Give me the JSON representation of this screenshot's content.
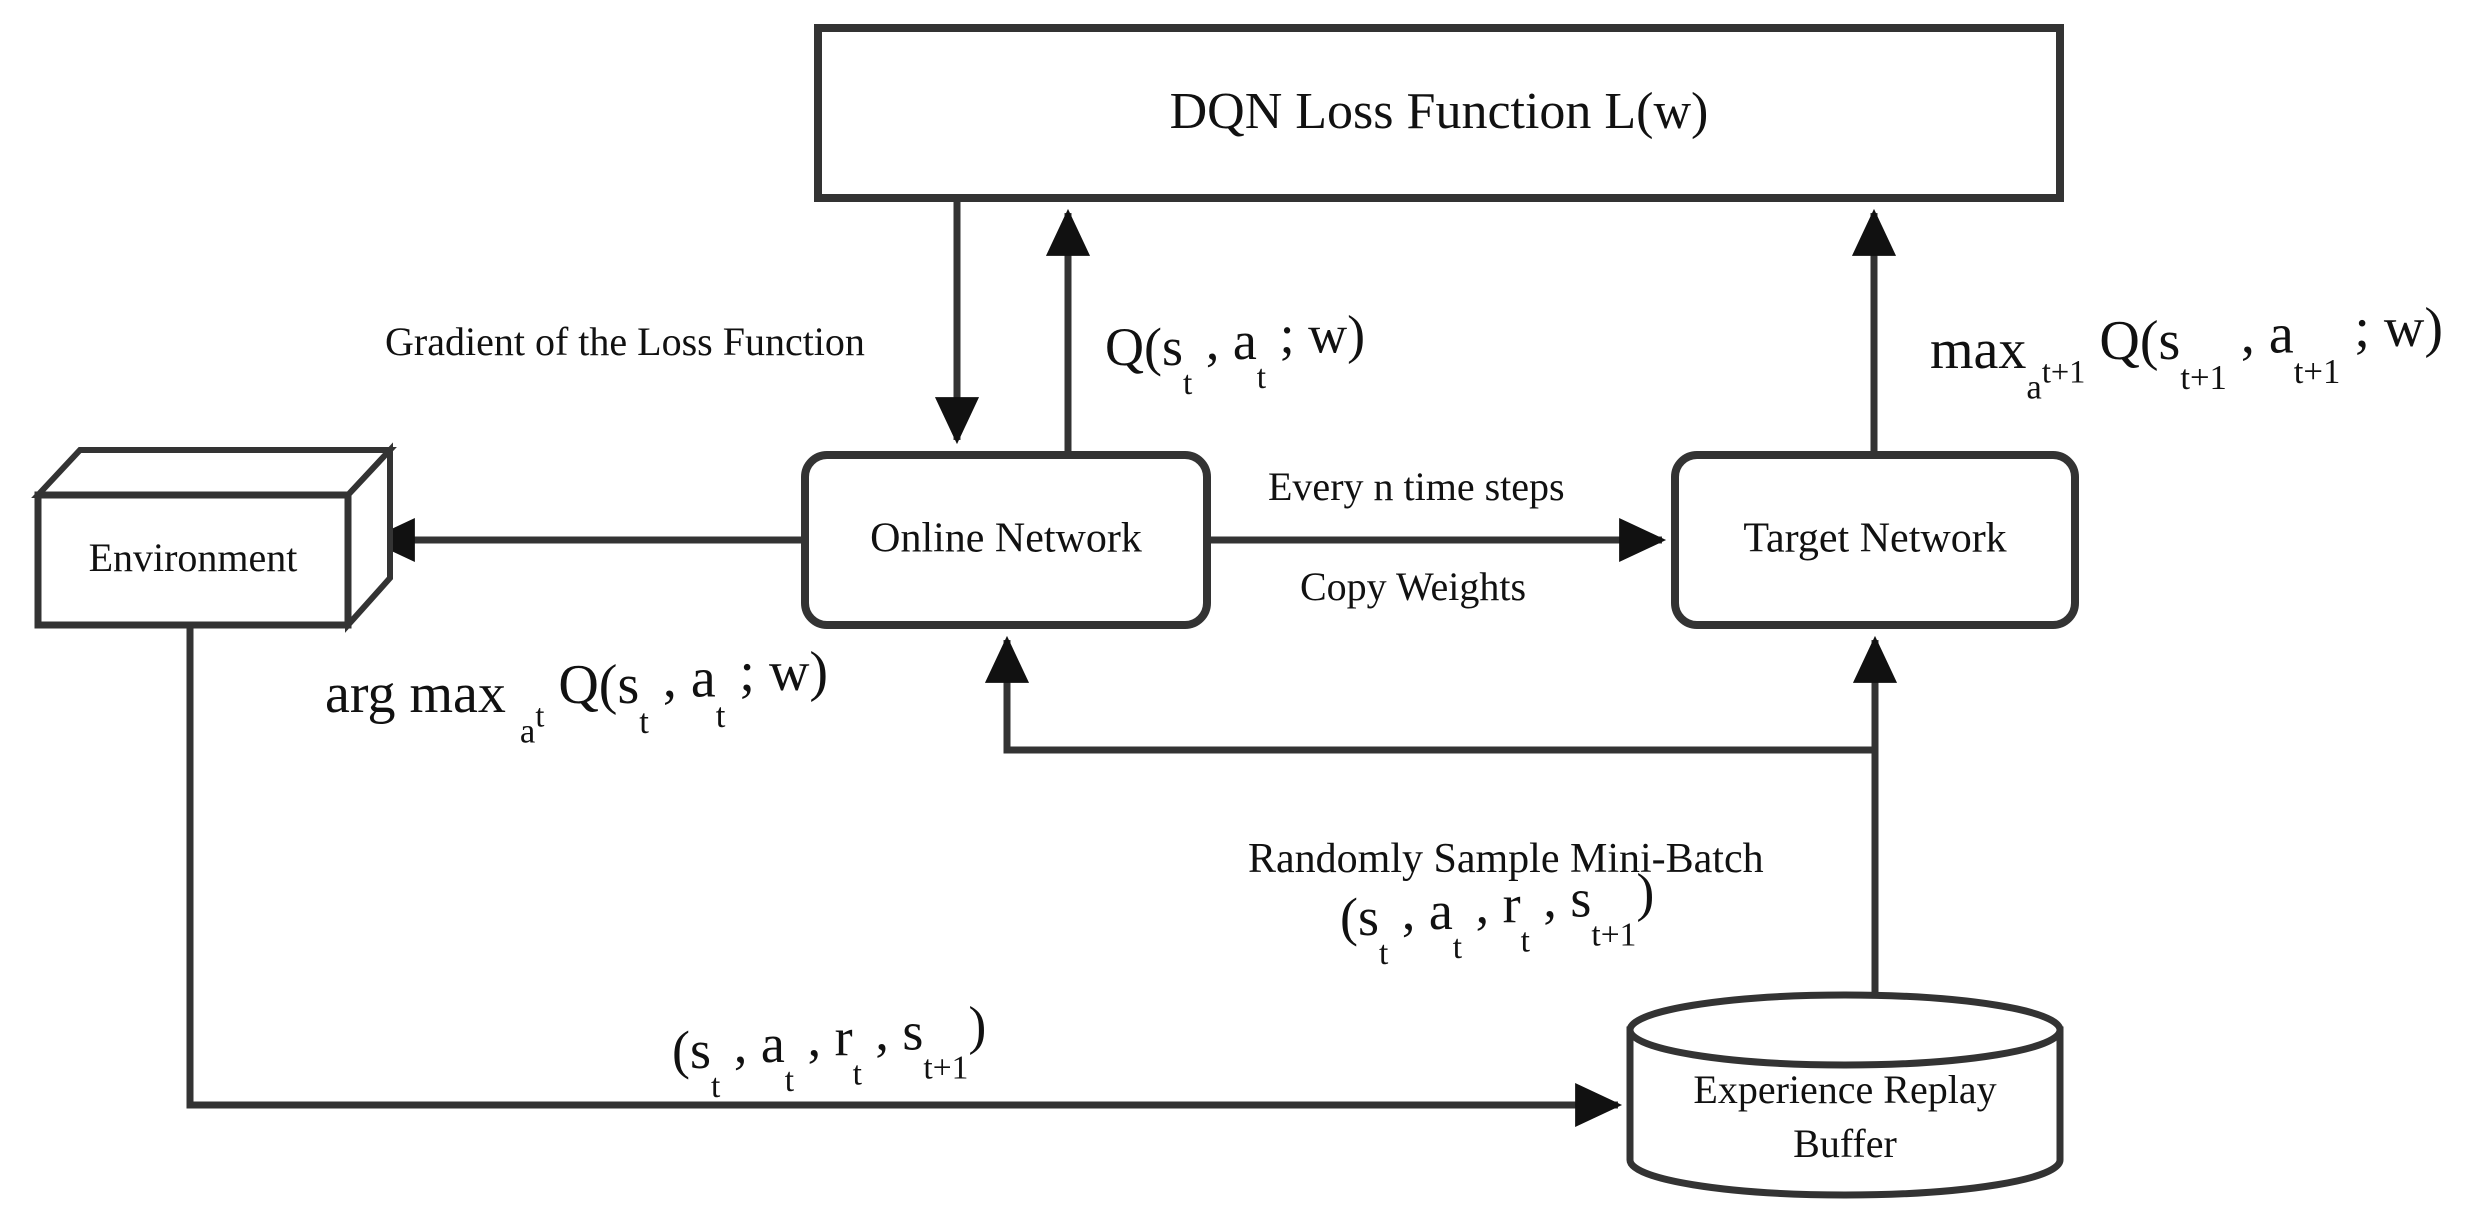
{
  "diagram": {
    "title": "DQN Architecture with Experience Replay and Target Network",
    "type": "flow-diagram",
    "background_color": "#ffffff",
    "stroke_color": "#333333",
    "text_color": "#111111"
  },
  "nodes": {
    "loss_box": {
      "label": "DQN Loss Function L(w)",
      "shape": "rectangle"
    },
    "environment": {
      "label": "Environment",
      "shape": "cube-3d"
    },
    "online_network": {
      "label": "Online Network",
      "shape": "rounded-rectangle"
    },
    "target_network": {
      "label": "Target Network",
      "shape": "rounded-rectangle"
    },
    "replay_buffer": {
      "label_line1": "Experience Replay",
      "label_line2": "Buffer",
      "shape": "cylinder"
    }
  },
  "edge_labels": {
    "gradient": "Gradient of the Loss Function",
    "every_n_steps": "Every n time steps",
    "copy_weights": "Copy Weights",
    "randomly_sample": "Randomly Sample Mini-Batch"
  },
  "formulas": {
    "q_online": {
      "parts": [
        {
          "text": "Q(s",
          "type": "base"
        },
        {
          "text": "t",
          "type": "sub"
        },
        {
          "text": " , a",
          "type": "base"
        },
        {
          "text": "t",
          "type": "sub"
        },
        {
          "text": " ; w)",
          "type": "base"
        }
      ],
      "plain": "Q(s t , a t ; w)"
    },
    "q_target_max": {
      "parts": [
        {
          "text": "max",
          "type": "base"
        },
        {
          "text": "a",
          "type": "sub"
        },
        {
          "text": "t+1",
          "type": "sub-small"
        },
        {
          "text": " Q(s",
          "type": "base"
        },
        {
          "text": "t+1",
          "type": "sub"
        },
        {
          "text": " , a",
          "type": "base"
        },
        {
          "text": "t+1",
          "type": "sub"
        },
        {
          "text": " ; w)",
          "type": "base"
        }
      ],
      "plain": "max a t+1 Q(s t+1 , a t+1 ; w)"
    },
    "arg_max_action": {
      "parts": [
        {
          "text": "arg max ",
          "type": "base"
        },
        {
          "text": "a",
          "type": "sub"
        },
        {
          "text": "t",
          "type": "sub-small"
        },
        {
          "text": " Q(s",
          "type": "base"
        },
        {
          "text": "t",
          "type": "sub"
        },
        {
          "text": " , a",
          "type": "base"
        },
        {
          "text": "t",
          "type": "sub"
        },
        {
          "text": " ; w)",
          "type": "base"
        }
      ],
      "plain": "arg max a t Q(s t , a t ; w)"
    },
    "transition_tuple_sample": {
      "parts": [
        {
          "text": "(s",
          "type": "base"
        },
        {
          "text": "t",
          "type": "sub"
        },
        {
          "text": " , a",
          "type": "base"
        },
        {
          "text": "t",
          "type": "sub"
        },
        {
          "text": " , r",
          "type": "base"
        },
        {
          "text": "t",
          "type": "sub"
        },
        {
          "text": " , s",
          "type": "base"
        },
        {
          "text": "t+1",
          "type": "sub"
        },
        {
          "text": ")",
          "type": "base"
        }
      ],
      "plain": "(s t , a t , r t , s t+1)"
    },
    "transition_tuple_store": {
      "parts": [
        {
          "text": "(s",
          "type": "base"
        },
        {
          "text": "t",
          "type": "sub"
        },
        {
          "text": " , a",
          "type": "base"
        },
        {
          "text": "t",
          "type": "sub"
        },
        {
          "text": " , r",
          "type": "base"
        },
        {
          "text": "t",
          "type": "sub"
        },
        {
          "text": " , s",
          "type": "base"
        },
        {
          "text": "t+1",
          "type": "sub"
        },
        {
          "text": ")",
          "type": "base"
        }
      ],
      "plain": "(s t , a t , r t , s t+1)"
    }
  }
}
